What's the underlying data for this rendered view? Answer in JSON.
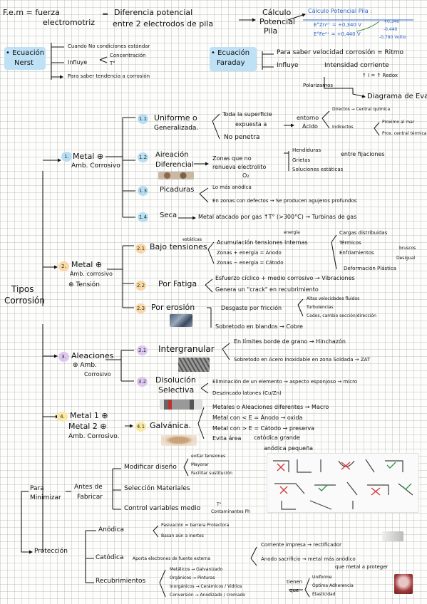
{
  "header": {
    "fem_a": "F.e.m = fuerza",
    "fem_b": "electromotriz",
    "eq": "=",
    "dif_a": "Diferencia potencial",
    "dif_b": "entre 2 electrodos de pila",
    "calc_a": "Cálculo",
    "calc_b": "Potencial",
    "calc_c": "Pila",
    "blue_title": "Cálculo Potencial Pila :",
    "blue_e1": "E°Zn²⁺ = +0,340 V",
    "blue_e2": "E°Fe²⁺ = +0,440 V",
    "blue_r1": "+0,340",
    "blue_r2": "-0,440",
    "blue_r3": "-0,780 Voltio"
  },
  "nernst": {
    "label_a": "• Ecuación",
    "label_b": "Nerst",
    "i1": "Cuando No condiciones estándar",
    "i2": "Influye",
    "i2a": "Concentración",
    "i2b": "T°",
    "i3": "Para saber tendencia a corrosión"
  },
  "faraday": {
    "label_a": "• Ecuación",
    "label_b": "Faraday",
    "i1": "Para saber velocidad corrosión = Ritmo",
    "i2": "Influye",
    "i2b": "Intensidad corriente",
    "i3": "↑ I = ↑ Redox",
    "i4": "Polarizamos",
    "i5": "Diagrama de Evans"
  },
  "root": {
    "a": "Tipos",
    "b": "Corrosión"
  },
  "s1": {
    "badge": "1.",
    "title_a": "Metal ⊕",
    "title_b": "Amb. Corrosivo",
    "b11": "1.1",
    "u_a": "Uniforme o",
    "u_b": "Generalizada.",
    "u_1": "Toda la superficie",
    "u_1b": "expuesta a",
    "u_env": "entorno",
    "u_env2": "Ácido",
    "u_d": "Directos → Central química",
    "u_i": "Indirectos",
    "u_i1": "Proximo al mar",
    "u_i2": "Prox. central térmica",
    "u_2": "No penetra",
    "b12": "1.2",
    "a_a": "Aireación",
    "a_b": "Diferencial",
    "a_1": "Zonas que no",
    "a_1b": "renueva electrolito",
    "a_1c": "O₂",
    "a_h1": "Hendiduras",
    "a_h2": "Grietas",
    "a_h3": "Soluciones estáticas",
    "a_h4": "entre fijaciones",
    "b13": "1.3",
    "p_a": "Picaduras",
    "p_1": "Lo más anódica",
    "p_2": "En zonas con defectos → Se producen agujeros profundos",
    "b14": "1.4",
    "sec_a": "Seca",
    "sec_1": "Metal atacado por gas ↑T° (>300°C) → Turbinas de gas"
  },
  "s2": {
    "badge": "2.",
    "title_a": "Metal ⊕",
    "title_b": "Amb. corrosivo",
    "title_c": "⊕ Tensión",
    "b21": "2.1",
    "bt_a": "Bajo tensiones",
    "bt_est": "estáticas",
    "bt_1": "Acumulación tensiones internas",
    "bt_en": "energía",
    "bt_2": "Zonas + energía = Ánodo",
    "bt_3": "Zonas − energía = Cátodo",
    "bt_r1": "Cargas distribuidas",
    "bt_r2": "Térmicos",
    "bt_r3": "Enfriamientos",
    "bt_r3a": "bruscos",
    "bt_r3b": "Desigual",
    "bt_r4": "Deformación Plástica",
    "b22": "2.2",
    "pf_a": "Por Fatiga",
    "pf_1": "Esfuerzo cíclico + medio corrosivo → Vibraciones",
    "pf_2": "Genera un \"crack\" en recubrimiento",
    "b23": "2.3",
    "pe_a": "Por erosión",
    "pe_1": "Desgaste por fricción",
    "pe_1a": "Altas velocidades fluidos",
    "pe_1b": "Turbulencias",
    "pe_1c": "Codos, cambio sección/dirección",
    "pe_2": "Sobretodo en blandos → Cobre"
  },
  "s3": {
    "badge": "3.",
    "title_a": "Aleaciones",
    "title_b": "⊕ Amb.",
    "title_c": "Corrosivo",
    "b31": "3.1",
    "ig_a": "Intergranular",
    "ig_1": "En límites borde de grano → Hinchazón",
    "ig_2": "Sobretodo en Acero Inoxidable en zona Soldada → ZAT",
    "b32": "3.2",
    "ds_a": "Disolución",
    "ds_b": "Selectiva",
    "ds_1": "Eliminación de un elemento → aspecto esponjoso → micro",
    "ds_2": "Deszincado latones (Cu/Zn)"
  },
  "s4": {
    "badge": "4.",
    "title_a": "Metal 1 ⊕",
    "title_b": "Metal 2 ⊕",
    "title_c": "Amb. Corrosivo.",
    "b41": "4.1",
    "g_a": "Galvánica.",
    "g_1": "Metales o Aleaciones diferentes → Macro",
    "g_2": "Metal con < E = Ánodo → oxida",
    "g_3": "Metal con > E = Cátodo → preserva",
    "g_4": "Evita área",
    "g_4a": "catódica grande",
    "g_4b": "anódica pequeña"
  },
  "minimizar": {
    "label_a": "Para",
    "label_b": "Minimizar",
    "antes_a": "Antes de",
    "antes_b": "Fabricar",
    "m1": "Modificar diseño",
    "m1a": "evitar tensiones",
    "m1b": "Mayorar",
    "m1c": "Facilitar sustitución",
    "m2": "Selección Materiales",
    "m3": "Control variables medio",
    "m3a": "T°",
    "m3b": "Contaminantes Ph"
  },
  "proteccion": {
    "label": "Protección",
    "an": "Anódica",
    "an1": "Pasivación = barrera Protectora",
    "an2": "Basan aún a inertes",
    "ca": "Catódica",
    "ca1": "Aporta electrones de fuente externa",
    "ca2": "Corriente impresa → rectificador",
    "ca3": "Ánodo sacrificio → metal más anódico",
    "ca3b": "que metal a proteger",
    "re": "Recubrimientos",
    "re1": "Metálicos → Galvanizado",
    "re2": "Orgánicos → Pinturas",
    "re3": "Inorgánicos → Cerámicos / Vidrios",
    "re4": "Conversión → Anodizado / cromado",
    "tq_a": "tienen",
    "tq_b": "que",
    "tq1": "Uniforme",
    "tq2": "Óptima Adherencia",
    "tq3": "Elasticidad"
  },
  "colors": {
    "ink": "#111111",
    "highlight_blue": "#bfe1f6",
    "badge_blue": "#b8def4",
    "badge_orange": "#fbd7a6",
    "badge_purple": "#dec6ef",
    "badge_yellow": "#fbe8a3",
    "pen_blue": "#2a62c9",
    "pen_green": "#3a8a3a"
  },
  "icons": [
    "arrow-right-icon",
    "curly-brace-icon",
    "photo-thumbnail"
  ]
}
